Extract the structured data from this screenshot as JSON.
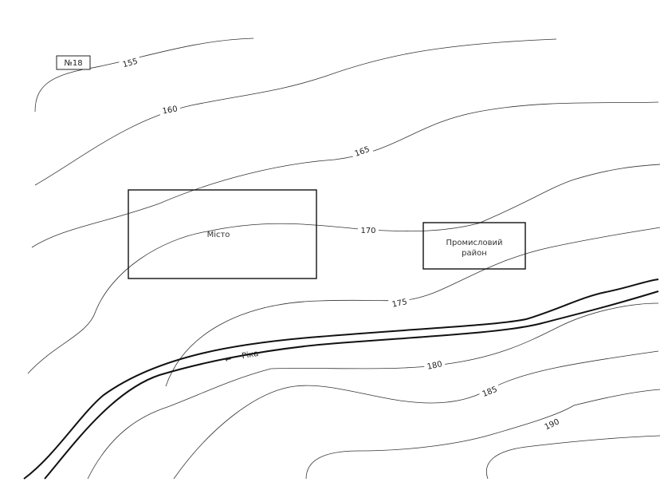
{
  "map_number": "№18",
  "contours": [
    {
      "elev": "155",
      "label_rot": -15
    },
    {
      "elev": "160",
      "label_rot": -10
    },
    {
      "elev": "165",
      "label_rot": -20
    },
    {
      "elev": "170",
      "label_rot": 0
    },
    {
      "elev": "175",
      "label_rot": -12
    },
    {
      "elev": "180",
      "label_rot": -12
    },
    {
      "elev": "185",
      "label_rot": -22
    },
    {
      "elev": "190",
      "label_rot": -25
    }
  ],
  "zones": {
    "city": "Місто",
    "industrial_line1": "Промисловий",
    "industrial_line2": "район"
  },
  "river": {
    "name": "Ріка",
    "flow_arrow": "←"
  }
}
